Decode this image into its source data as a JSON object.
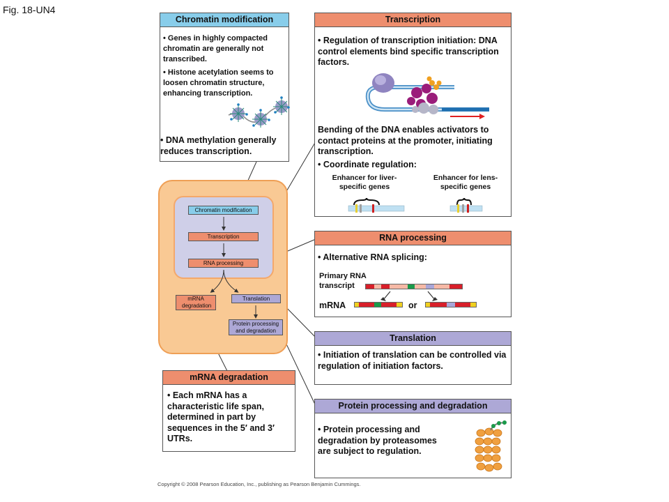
{
  "figure_label": "Fig. 18-UN4",
  "chromatin": {
    "title": "Chromatin modification",
    "b1": "• Genes in highly compacted chromatin are generally not transcribed.",
    "b2": "• Histone acetylation seems to loosen chromatin structure, enhancing transcription.",
    "b3": "• DNA methylation generally reduces transcription."
  },
  "transcription": {
    "title": "Transcription",
    "b1": "• Regulation of transcription initiation: DNA control elements bind specific transcription factors.",
    "b2": "Bending of the DNA enables activators to contact proteins at the promoter, initiating transcription.",
    "b3": "• Coordinate regulation:",
    "enh_liver": "Enhancer for liver-specific genes",
    "enh_lens": "Enhancer for lens-specific genes"
  },
  "rna_processing": {
    "title": "RNA processing",
    "b1": "• Alternative RNA splicing:",
    "primary": "Primary RNA transcript",
    "mrna": "mRNA",
    "or": "or"
  },
  "translation": {
    "title": "Translation",
    "b1": "• Initiation of translation can be controlled via regulation of initiation factors."
  },
  "mrna_degradation": {
    "title": "mRNA degradation",
    "b1": "• Each mRNA has a characteristic life span, determined in part by sequences in the 5′ and 3′ UTRs."
  },
  "protein": {
    "title": "Protein processing and degradation",
    "b1": "• Protein processing and degradation by proteasomes are subject to regulation."
  },
  "flow": {
    "chromatin": "Chromatin modification",
    "transcription": "Transcription",
    "rna_processing": "RNA processing",
    "mrna_degradation": "mRNA degradation",
    "translation": "Translation",
    "protein": "Protein processing and degradation"
  },
  "copyright": "Copyright © 2008 Pearson Education, Inc., publishing as Pearson Benjamin Cummings.",
  "colors": {
    "blue_header": "#88cdea",
    "salmon_header": "#ee8e6e",
    "purple_header": "#ada8d6",
    "outer_panel": "#f9c994",
    "inner_panel": "#cfcfe8"
  }
}
